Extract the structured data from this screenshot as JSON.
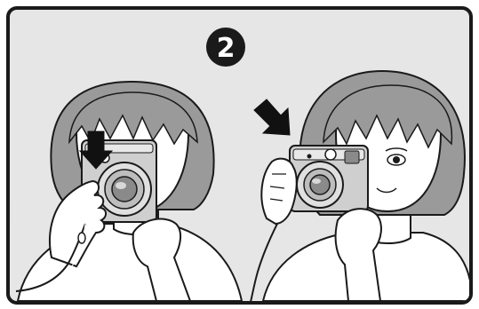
{
  "step": {
    "number": "2"
  },
  "colors": {
    "frame": "#1a1a1a",
    "panel": "#e6e6e6",
    "hair": "#9a9a9a",
    "hair_shadow": "#7c7c7c",
    "skin": "#ffffff",
    "camera_body": "#cfcfcf",
    "lens_dark": "#8a8a8a",
    "arrow": "#111111"
  },
  "figures": [
    {
      "name": "left",
      "arrow": "arrow-down-icon",
      "camera": "instant-camera-icon"
    },
    {
      "name": "right",
      "arrow": "arrow-diagonal-icon",
      "camera": "instant-camera-icon"
    }
  ]
}
